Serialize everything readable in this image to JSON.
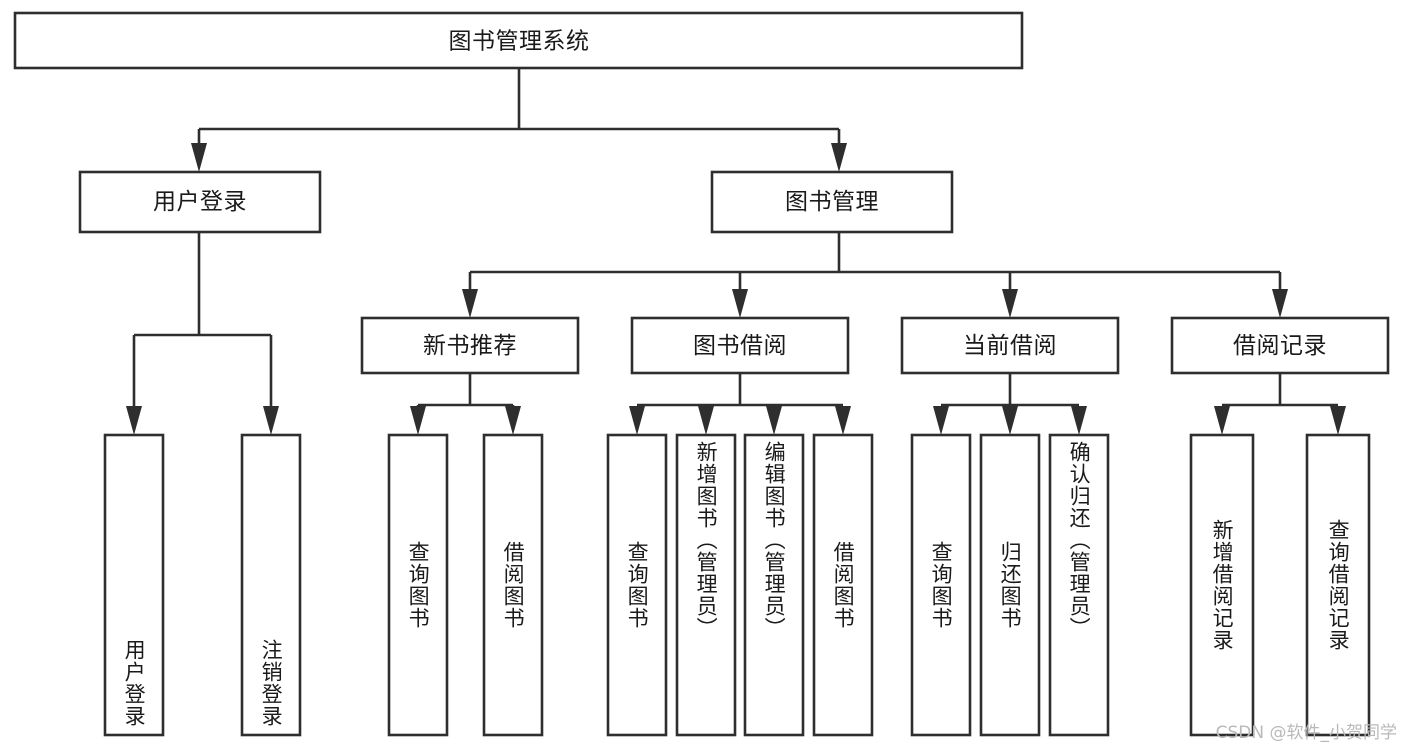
{
  "diagram": {
    "type": "tree-hierarchy",
    "title": "图书管理系统",
    "orientation": "top-down",
    "colors": {
      "background": "#ffffff",
      "box_fill": "#ffffff",
      "box_stroke": "#2e2e2e",
      "connector": "#2e2e2e",
      "text": "#1a1a1a",
      "watermark": "#b9b9b9"
    },
    "root": {
      "label": "图书管理系统"
    },
    "level2": [
      {
        "label": "用户登录"
      },
      {
        "label": "图书管理"
      }
    ],
    "level3": [
      {
        "label": "新书推荐"
      },
      {
        "label": "图书借阅"
      },
      {
        "label": "当前借阅"
      },
      {
        "label": "借阅记录"
      }
    ],
    "leaves": {
      "user_login": [
        {
          "label": "用户登录"
        },
        {
          "label": "注销登录"
        }
      ],
      "new_book_recommend": [
        {
          "label": "查询图书"
        },
        {
          "label": "借阅图书"
        }
      ],
      "book_borrow": [
        {
          "label": "查询图书"
        },
        {
          "label": "新增图书（管理员）"
        },
        {
          "label": "编辑图书（管理员）"
        },
        {
          "label": "借阅图书"
        }
      ],
      "current_borrow": [
        {
          "label": "查询图书"
        },
        {
          "label": "归还图书"
        },
        {
          "label": "确认归还（管理员）"
        }
      ],
      "borrow_record": [
        {
          "label": "新增借阅记录"
        },
        {
          "label": "查询借阅记录"
        }
      ]
    }
  },
  "watermark": {
    "text": "CSDN @软件_小贺同学"
  }
}
